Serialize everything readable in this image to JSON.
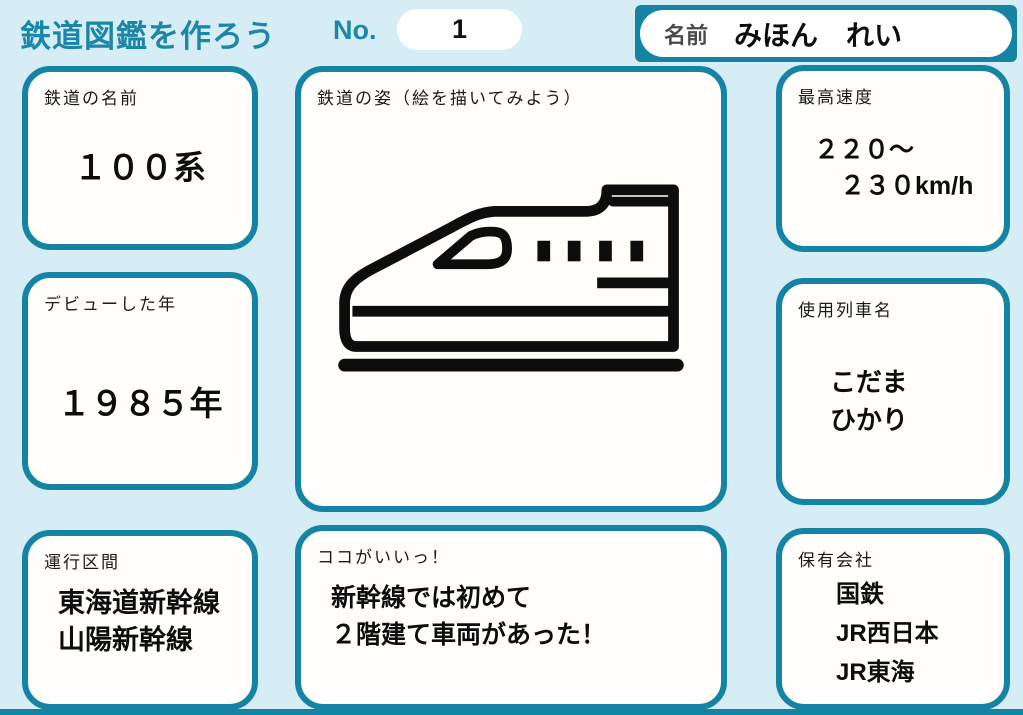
{
  "page": {
    "background_color": "#d7edf6",
    "accent_color": "#1583a4",
    "title_color": "#1b87a8",
    "card_background": "#fffefb"
  },
  "header": {
    "title": "鉄道図鑑を作ろう",
    "no_label": "No.",
    "no_value": "1",
    "name_label": "名前",
    "name_value": "みほん　れい"
  },
  "cards": {
    "rail_name": {
      "label": "鉄道の名前",
      "value": "１００系"
    },
    "debut_year": {
      "label": "デビューした年",
      "value": "１９８５年"
    },
    "route": {
      "label": "運行区間",
      "lines": [
        "東海道新幹線",
        "山陽新幹線"
      ]
    },
    "drawing": {
      "label": "鉄道の姿（絵を描いてみよう）",
      "icon": "shinkansen-train-icon"
    },
    "highlight": {
      "label": "ココがいいっ！",
      "lines": [
        "新幹線では初めて",
        "２階建て車両があった！"
      ]
    },
    "top_speed": {
      "label": "最高速度",
      "lines": [
        "２２０～",
        "２３０km/h"
      ]
    },
    "train_names": {
      "label": "使用列車名",
      "lines": [
        "こだま",
        "ひかり"
      ]
    },
    "owner_company": {
      "label": "保有会社",
      "lines": [
        "国鉄",
        "JR西日本",
        "JR東海"
      ]
    }
  }
}
